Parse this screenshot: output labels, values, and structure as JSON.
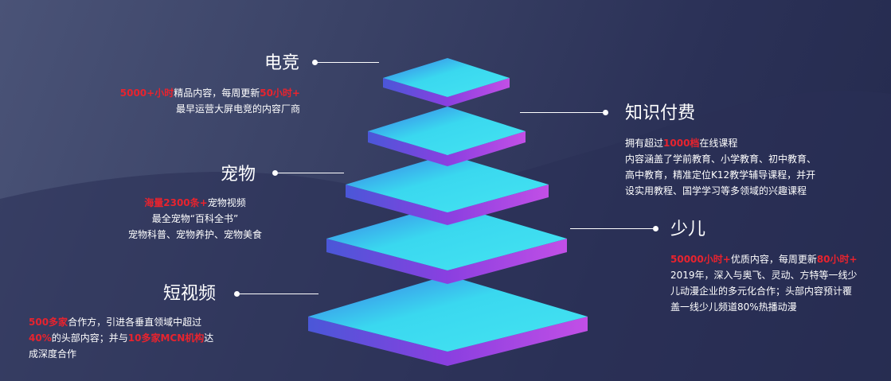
{
  "colors": {
    "highlight": "#e8232e",
    "text": "#ffffff",
    "layer_top": "#3fd6ee",
    "layer_side": "#8a3fe0"
  },
  "sections": {
    "esports": {
      "title": "电竞",
      "line1_hl1": "5000+小时",
      "line1_mid": "精品内容，每周更新",
      "line1_hl2": "50小时+",
      "line2": "最早运营大屏电竞的内容厂商"
    },
    "knowledge": {
      "title": "知识付费",
      "line1_pre": "拥有超过",
      "line1_hl": "1000档",
      "line1_post": "在线课程",
      "line2": "内容涵盖了学前教育、小学教育、初中教育、",
      "line3": "高中教育，精准定位K12教学辅导课程，并开",
      "line4": "设实用教程、国学学习等多领域的兴趣课程"
    },
    "pets": {
      "title": "宠物",
      "line1_hl": "海量2300条+",
      "line1_post": "宠物视频",
      "line2": "最全宠物“百科全书”",
      "line3": "宠物科普、宠物养护、宠物美食"
    },
    "kids": {
      "title": "少儿",
      "line1_hl1": "50000小时+",
      "line1_mid": "优质内容，每周更新",
      "line1_hl2": "80小时+",
      "line2": "2019年，深入与奥飞、灵动、方特等一线少",
      "line3": "儿动漫企业的多元化合作；头部内容预计覆",
      "line4": "盖一线少儿频道80%热播动漫"
    },
    "shortvideo": {
      "title": "短视频",
      "line1_hl": "500多家",
      "line1_post": "合作方，引进各垂直领域中超过",
      "line2_hl1": "40%",
      "line2_mid": "的头部内容；并与",
      "line2_hl2": "10多家MCN机构",
      "line2_post": "达",
      "line3": "成深度合作"
    }
  }
}
